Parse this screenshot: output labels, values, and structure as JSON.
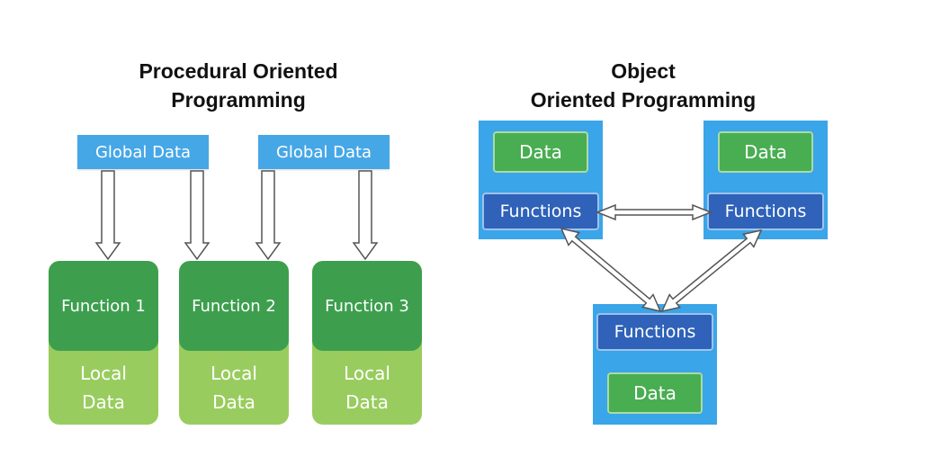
{
  "procedural": {
    "title_line1": "Procedural Oriented",
    "title_line2": "Programming",
    "global_data": [
      "Global Data",
      "Global Data"
    ],
    "functions": [
      {
        "name": "Function 1",
        "local_line1": "Local",
        "local_line2": "Data"
      },
      {
        "name": "Function 2",
        "local_line1": "Local",
        "local_line2": "Data"
      },
      {
        "name": "Function 3",
        "local_line1": "Local",
        "local_line2": "Data"
      }
    ]
  },
  "object_oriented": {
    "title_line1": "Object",
    "title_line2": "Oriented Programming",
    "objects": [
      {
        "data": "Data",
        "functions": "Functions"
      },
      {
        "data": "Data",
        "functions": "Functions"
      },
      {
        "data": "Data",
        "functions": "Functions"
      }
    ]
  },
  "colors": {
    "global_data": "#46a7e6",
    "function_box": "#3d9f4e",
    "local_data": "#99cc5e",
    "object_bg": "#3aa5e8",
    "data_box": "#49ad52",
    "functions_box": "#2f62b8"
  }
}
